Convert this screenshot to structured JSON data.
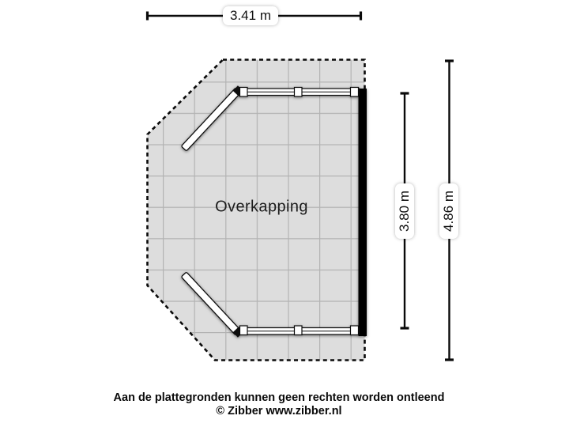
{
  "page": {
    "background_color": "#ffffff"
  },
  "plan": {
    "room_label": "Overkapping",
    "floor_color": "#dddddd",
    "grid_color": "#b3b3b3",
    "outline_color": "#0a0a0a",
    "wall_color": "#060606",
    "railing_fill": "#ffffff"
  },
  "dimensions": {
    "width_top": "3.41 m",
    "height_inner": "3.80 m",
    "height_outer": "4.86 m"
  },
  "footer": {
    "disclaimer": "Aan de plattegronden kunnen geen rechten worden ontleend",
    "copyright": "© Zibber www.zibber.nl"
  }
}
